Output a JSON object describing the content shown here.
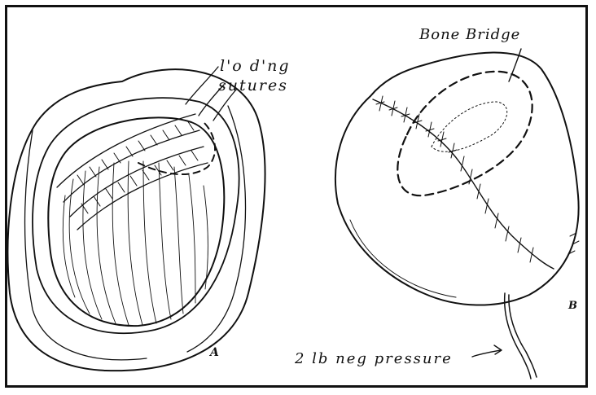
{
  "labels": {
    "loading_sutures_line1": "l'o d'ng",
    "loading_sutures_line2": "sutures",
    "bone_bridge": "Bone Bridge",
    "negative_pressure": "2 lb neg pressure",
    "panel_a": "A",
    "panel_b": "B"
  },
  "colors": {
    "ink": "#111111",
    "paper": "#ffffff"
  }
}
